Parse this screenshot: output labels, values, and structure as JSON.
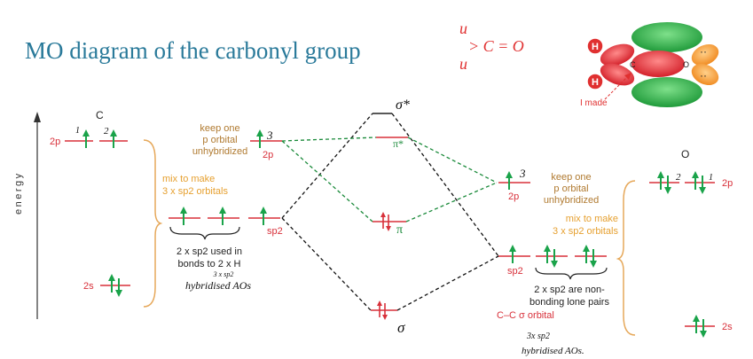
{
  "title": "MO diagram of the carbonyl group",
  "colors": {
    "title": "#2a7a9a",
    "level": "#d8303a",
    "electron": "#1aa34a",
    "annotation": "#b07a30",
    "brace": "#e6a85a",
    "connector_black": "#111111",
    "connector_green": "#1a8a3a",
    "handwriting_red": "#e03030"
  },
  "handwritten_formula": {
    "line1": "u",
    "line2": "> C = O",
    "line3": "u"
  },
  "molecule_image": {
    "atoms": [
      "H",
      "H",
      "C",
      "O"
    ],
    "lone_pairs": "··",
    "note": "I made"
  },
  "energy_axis": {
    "label": "energy"
  },
  "carbon": {
    "label": "C",
    "levels": {
      "2p": "2p",
      "sp2": "sp2",
      "2s": "2s"
    },
    "hand_1": "1",
    "hand_2": "2",
    "hand_3": "3",
    "keep_text": [
      "keep one",
      "p orbital",
      "unhybridized"
    ],
    "mix_text": [
      "mix to make",
      "3 x sp2 orbitals"
    ],
    "bonds_text": [
      "2 x sp2 used in",
      "bonds to 2 x H"
    ],
    "hand_hybrid": [
      "3 x sp2",
      "hybridised AOs"
    ]
  },
  "mo": {
    "sigma_star": "σ*",
    "pi_star": "π*",
    "pi": "π",
    "sigma": "σ"
  },
  "oxygen": {
    "label": "O",
    "levels": {
      "2p": "2p",
      "sp2": "sp2",
      "2s": "2s"
    },
    "hand_3": "3",
    "hand_1": "1",
    "hand_2": "2",
    "keep_text": [
      "keep one",
      "p orbital",
      "unhybridized"
    ],
    "mix_text": [
      "mix to make",
      "3 x sp2 orbitals"
    ],
    "lone_pair_text": [
      "2 x sp2 are non-",
      "bonding lone pairs"
    ],
    "cc_text": "C–C σ orbital",
    "hand_hybrid": [
      "3x sp2",
      "hybridised AOs."
    ]
  }
}
